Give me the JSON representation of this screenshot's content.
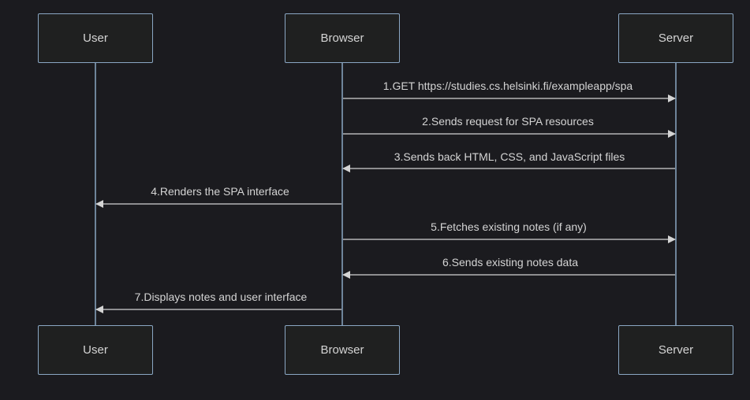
{
  "diagram": {
    "participants": [
      {
        "id": "user",
        "label": "User"
      },
      {
        "id": "browser",
        "label": "Browser"
      },
      {
        "id": "server",
        "label": "Server"
      }
    ],
    "messages": [
      {
        "from": "browser",
        "to": "server",
        "label": "1.GET https://studies.cs.helsinki.fi/exampleapp/spa"
      },
      {
        "from": "browser",
        "to": "server",
        "label": "2.Sends request for SPA resources"
      },
      {
        "from": "server",
        "to": "browser",
        "label": "3.Sends back HTML, CSS, and JavaScript files"
      },
      {
        "from": "browser",
        "to": "user",
        "label": "4.Renders the SPA interface"
      },
      {
        "from": "browser",
        "to": "server",
        "label": "5.Fetches existing notes (if any)"
      },
      {
        "from": "server",
        "to": "browser",
        "label": "6.Sends existing notes data"
      },
      {
        "from": "browser",
        "to": "user",
        "label": "7.Displays notes and user interface"
      }
    ],
    "colors": {
      "background": "#1b1b1f",
      "actor_border": "#8aa7c4",
      "lifeline": "#8aa7c4",
      "message_line": "#d4d4d4",
      "text": "#d4d4d4"
    }
  }
}
